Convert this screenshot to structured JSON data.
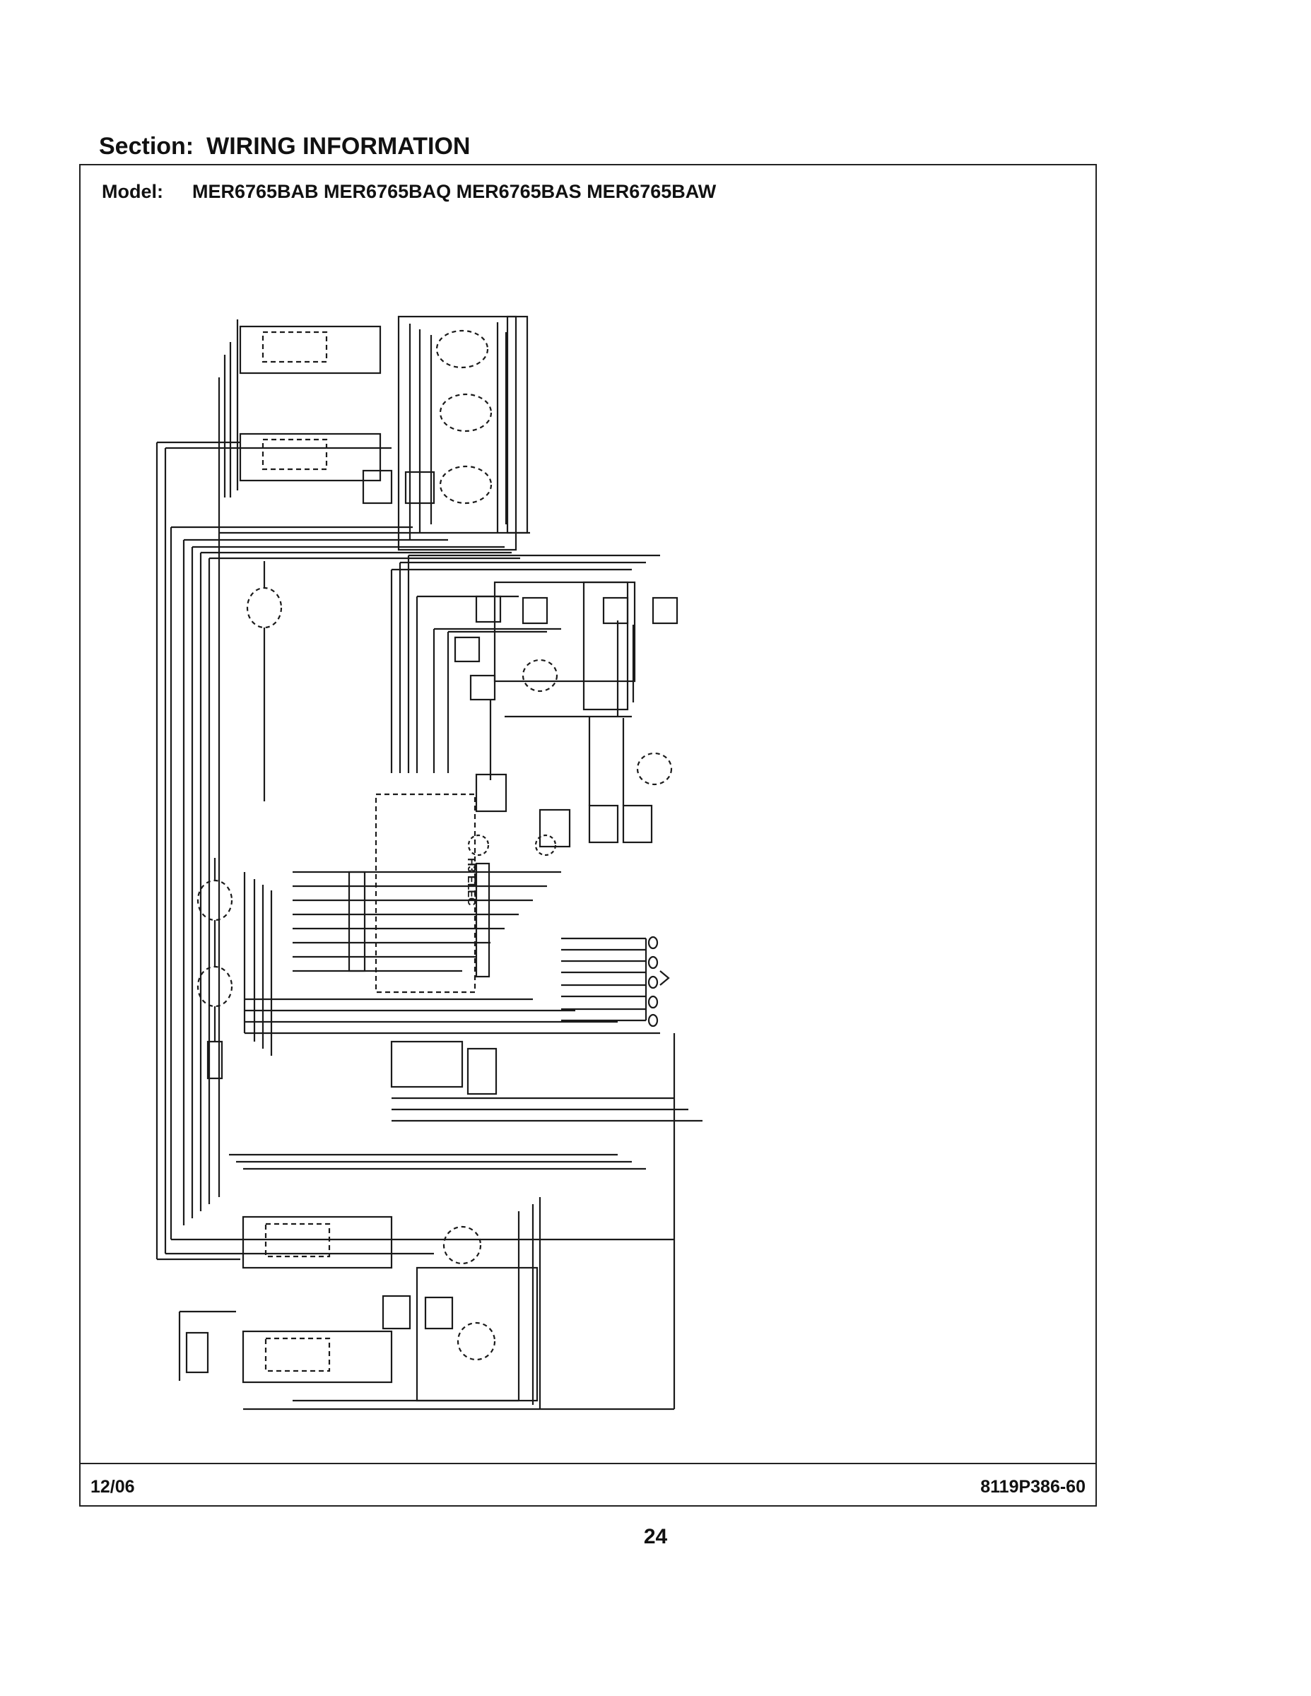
{
  "section": {
    "label": "Section:",
    "title": "WIRING INFORMATION"
  },
  "model": {
    "label": "Model:",
    "value": "MER6765BAB MER6765BAQ MER6765BAS MER6765BAW"
  },
  "diagram": {
    "board_label": "H3 ELEC"
  },
  "footer": {
    "date": "12/06",
    "part_number": "8119P386-60"
  },
  "page_number": "24"
}
